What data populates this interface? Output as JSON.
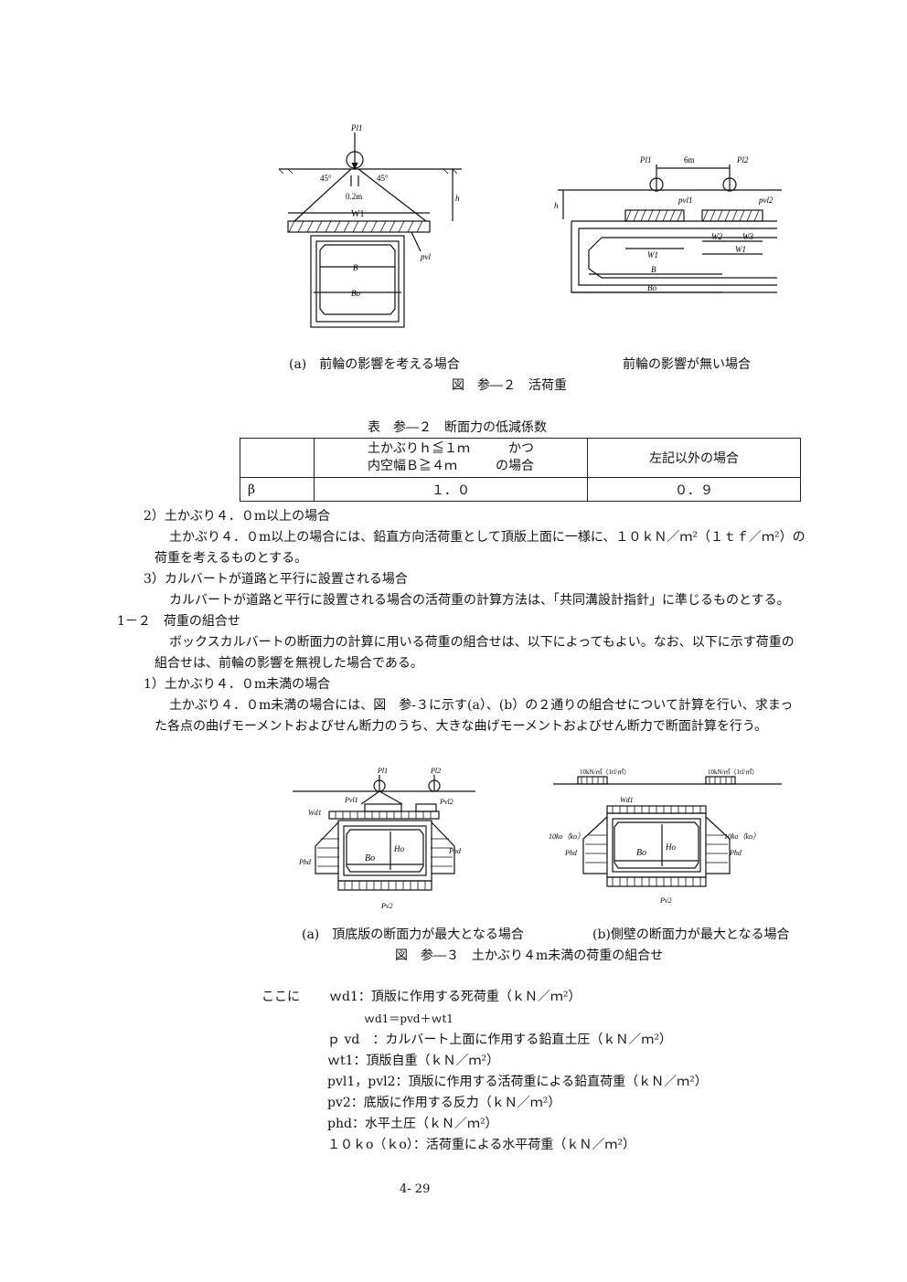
{
  "fig2": {
    "a": {
      "p_label": "Pl1",
      "angle_left": "45°",
      "angle_right": "45°",
      "width_label": "0.2m",
      "w_label": "W1",
      "h_label": "h",
      "pvl_label": "pvl",
      "b_label": "B",
      "bo_label": "Bo"
    },
    "b": {
      "p1_label": "Pl1",
      "p2_label": "Pl2",
      "spacing_label": "6m",
      "h_label": "h",
      "pvl1_label": "pvl1",
      "pvl2_label": "pvl2",
      "w1_label": "W1",
      "w2_label": "W2",
      "w3_label": "W3",
      "w1b_label": "W1",
      "b_label": "B",
      "bo_label": "Bo"
    },
    "caption_a": "(a)　前輪の影響を考える場合",
    "caption_b": "前輪の影響が無い場合",
    "title": "図　参―２　活荷重"
  },
  "table": {
    "title": "表　参―２　断面力の低減係数",
    "header_cond_line1": "土かぶりｈ≦１ｍ　　　かつ",
    "header_cond_line2": "内空幅Ｂ≧４ｍ　　　の場合",
    "header_other": "左記以外の場合",
    "row_label": "β",
    "row_val1": "１．０",
    "row_val2": "０．９"
  },
  "body": {
    "s2_heading": "2）土かぶり４．０m以上の場合",
    "s2_text1": "土かぶり４．０m以上の場合には、鉛直方向活荷重として頂版上面に一様に、１０ｋＮ／ｍ²（１ｔｆ／ｍ²）の",
    "s2_text2": "荷重を考えるものとする。",
    "s3_heading": "3）カルバートが道路と平行に設置される場合",
    "s3_text": "カルバートが道路と平行に設置される場合の活荷重の計算方法は、「共同溝設計指針」に準じるものとする。",
    "sec12_heading": "1－２　荷重の組合せ",
    "sec12_text1": "ボックスカルバートの断面力の計算に用いる荷重の組合せは、以下によってもよい。なお、以下に示す荷重の",
    "sec12_text2": "組合せは、前輪の影響を無視した場合である。",
    "s1_heading": "1）土かぶり４．０m未満の場合",
    "s1_text1": "土かぶり４．０m未満の場合には、図　参‐３に示す(a）、(b）の２通りの組合せについて計算を行い、求まっ",
    "s1_text2": "た各点の曲げモーメントおよびせん断力のうち、大きな曲げモーメントおよびせん断力で断面計算を行う。"
  },
  "fig3": {
    "a": {
      "pl1_label": "Pl1",
      "pl2_label": "Pl2",
      "pvl1_label": "Pvl1",
      "pvl2_label": "Pvl2",
      "wd1_label": "Wd1",
      "phd_left": "Phd",
      "phd_right": "Phd",
      "bo_label": "Bo",
      "ho_label": "Ho",
      "pv2_label": "Pv2"
    },
    "b": {
      "load_left": "10kN/㎡（1tf/㎡）",
      "load_right": "10kN/㎡（1tf/㎡）",
      "wd1_label": "Wd1",
      "ko_left": "10ko（ko）",
      "ko_right": "10ko（ko）",
      "phd_left": "Phd",
      "phd_right": "Phd",
      "bo_label": "Bo",
      "ho_label": "Ho",
      "pv2_label": "Pv2"
    },
    "caption_a": "(a)　頂底版の断面力が最大となる場合",
    "caption_b": "(b)側壁の断面力が最大となる場合",
    "title": "図　参―３　土かぶり４m未満の荷重の組合せ"
  },
  "definitions": {
    "intro": "ここに",
    "d1": "ｗd1：頂版に作用する死荷重（ｋＮ／ｍ²）",
    "d1_eq": "ｗd1＝pvd＋ｗt1",
    "d2": "ｐ vd　：カルバート上面に作用する鉛直土圧（ｋＮ／ｍ²）",
    "d3": "ｗt1：頂版自重（ｋＮ／ｍ²）",
    "d4": "pvl1，pvl2：頂版に作用する活荷重による鉛直荷重（ｋＮ／ｍ²）",
    "d5": "pv2：底版に作用する反力（ｋＮ／ｍ²）",
    "d6": "phd：水平土圧（ｋＮ／ｍ²）",
    "d7": "１０ｋo（ｋo）：活荷重による水平荷重（ｋＮ／ｍ²）"
  },
  "page_number": "4‐ 29"
}
